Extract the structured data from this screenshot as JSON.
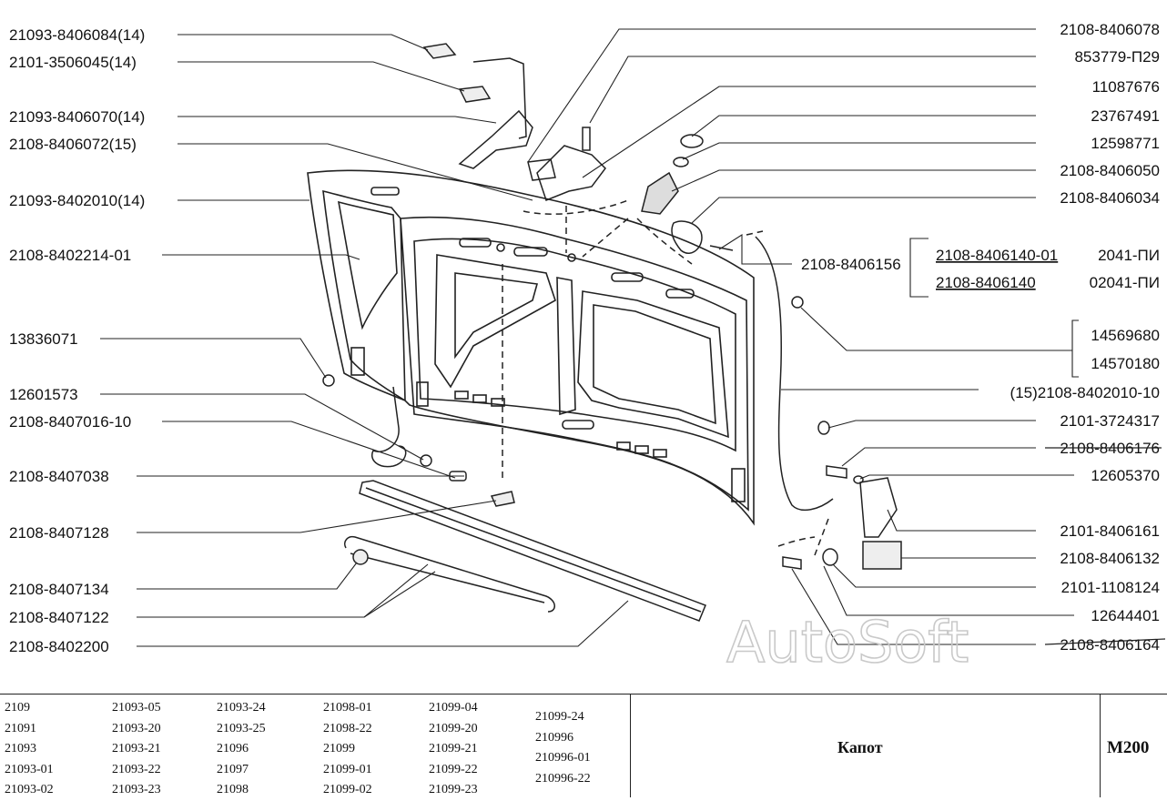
{
  "labels_left": [
    "21093-8406084(14)",
    "2101-3506045(14)",
    "21093-8406070(14)",
    "2108-8406072(15)",
    "21093-8402010(14)",
    "2108-8402214-01",
    "13836071",
    "12601573",
    "2108-8407016-10",
    "2108-8407038",
    "2108-8407128",
    "2108-8407134",
    "2108-8407122",
    "2108-8402200"
  ],
  "labels_right": [
    "2108-8406078",
    "853779-П29",
    "11087676",
    "23767491",
    "12598771",
    "2108-8406050",
    "2108-8406034",
    "2108-8406156",
    "2108-8406140-01",
    "2041-ПИ",
    "2108-8406140",
    "02041-ПИ",
    "14569680",
    "14570180",
    "(15)2108-8402010-10",
    "2101-3724317",
    "2108-8406176",
    "12605370",
    "2101-8406161",
    "2108-8406132",
    "2101-1108124",
    "12644401",
    "2108-8406164"
  ],
  "watermark": "AutoSoft",
  "models": [
    [
      "2109",
      "21091",
      "21093",
      "21093-01",
      "21093-02"
    ],
    [
      "21093-05",
      "21093-20",
      "21093-21",
      "21093-22",
      "21093-23"
    ],
    [
      "21093-24",
      "21093-25",
      "21096",
      "21097",
      "21098"
    ],
    [
      "21098-01",
      "21098-22",
      "21099",
      "21099-01",
      "21099-02"
    ],
    [
      "21099-04",
      "21099-20",
      "21099-21",
      "21099-22",
      "21099-23"
    ],
    [
      "21099-24",
      "210996",
      "210996-01",
      "210996-22"
    ]
  ],
  "title": "Капот",
  "page_code": "M200"
}
